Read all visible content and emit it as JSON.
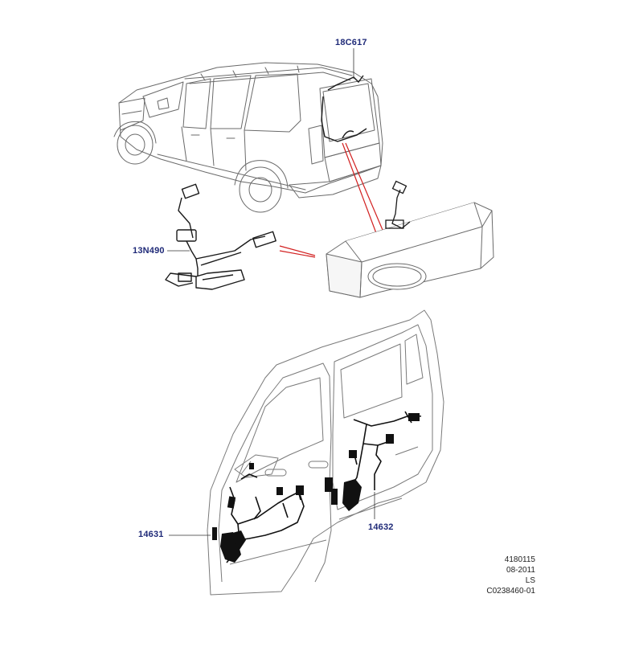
{
  "callouts": {
    "wiring_tailgate": "18C617",
    "harness_handle": "13N490",
    "harness_front_door": "14631",
    "harness_rear_door": "14632"
  },
  "reference": {
    "illustration_no": "4180115",
    "date": "08-2011",
    "market": "LS",
    "image_code": "C0238460-01"
  },
  "colors": {
    "line": "#555555",
    "wire": "#1a1a1a",
    "callout_text": "#1f2a78",
    "pointer_red": "#d22020"
  }
}
